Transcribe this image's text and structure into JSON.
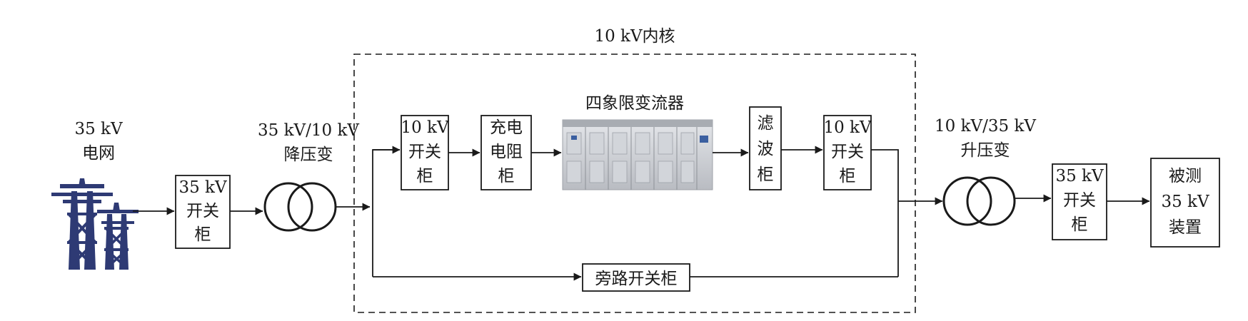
{
  "core_label": "10 kV内核",
  "grid": {
    "line1": "35 kV",
    "line2": "电网"
  },
  "switch_35_in": {
    "line1": "35 kV",
    "line2": "开关",
    "line3": "柜"
  },
  "step_down": {
    "line1": "35 kV/10 kV",
    "line2": "降压变"
  },
  "switch_10_in": {
    "line1": "10 kV",
    "line2": "开关",
    "line3": "柜"
  },
  "charge_resistor": {
    "line1": "充电",
    "line2": "电阻",
    "line3": "柜"
  },
  "converter": {
    "label": "四象限变流器"
  },
  "filter": {
    "line1": "滤",
    "line2": "波",
    "line3": "柜"
  },
  "switch_10_out": {
    "line1": "10 kV",
    "line2": "开关",
    "line3": "柜"
  },
  "bypass": {
    "label": "旁路开关柜"
  },
  "step_up": {
    "line1": "10 kV/35 kV",
    "line2": "升压变"
  },
  "switch_35_out": {
    "line1": "35 kV",
    "line2": "开关",
    "line3": "柜"
  },
  "dut": {
    "line1": "被测",
    "line2": "35 kV",
    "line3": "装置"
  },
  "colors": {
    "tower": "#2e3a74",
    "line": "#1a1a1a"
  }
}
